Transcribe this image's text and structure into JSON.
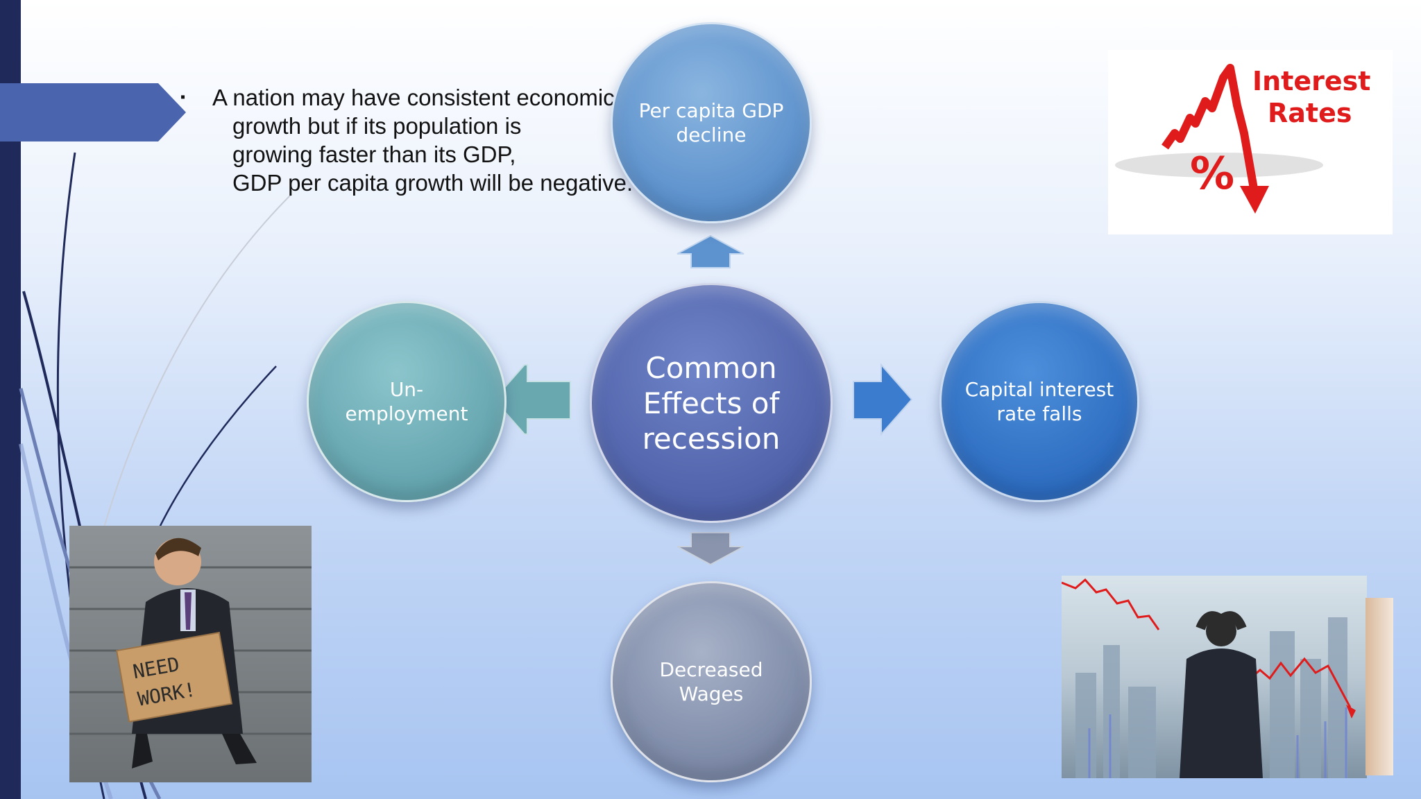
{
  "slide": {
    "bullet_lines": [
      "A nation may have consistent economic",
      "growth but if its population is",
      "growing faster than its GDP,",
      "GDP per capita growth will be negative."
    ],
    "bullet_symbol": "▪"
  },
  "diagram": {
    "center": "Common Effects of recession",
    "top": "Per capita GDP decline",
    "right": "Capital interest rate falls",
    "bottom": "Decreased Wages",
    "left": "Un-employment"
  },
  "images": {
    "interest_rates": {
      "line1": "Interest",
      "line2": "Rates",
      "symbol": "%"
    },
    "worker_sign": {
      "line1": "NEED",
      "line2": "WORK!"
    }
  },
  "colors": {
    "sidebar": "#1f2a5a",
    "accent_tab": "#4a64ad",
    "center_node": "#4f61a9",
    "top_node": "#5a8fcb",
    "left_node": "#64a4ae",
    "right_node": "#2d6cc0",
    "bottom_node": "#7b88a6",
    "interest_red": "#e01b1b"
  }
}
